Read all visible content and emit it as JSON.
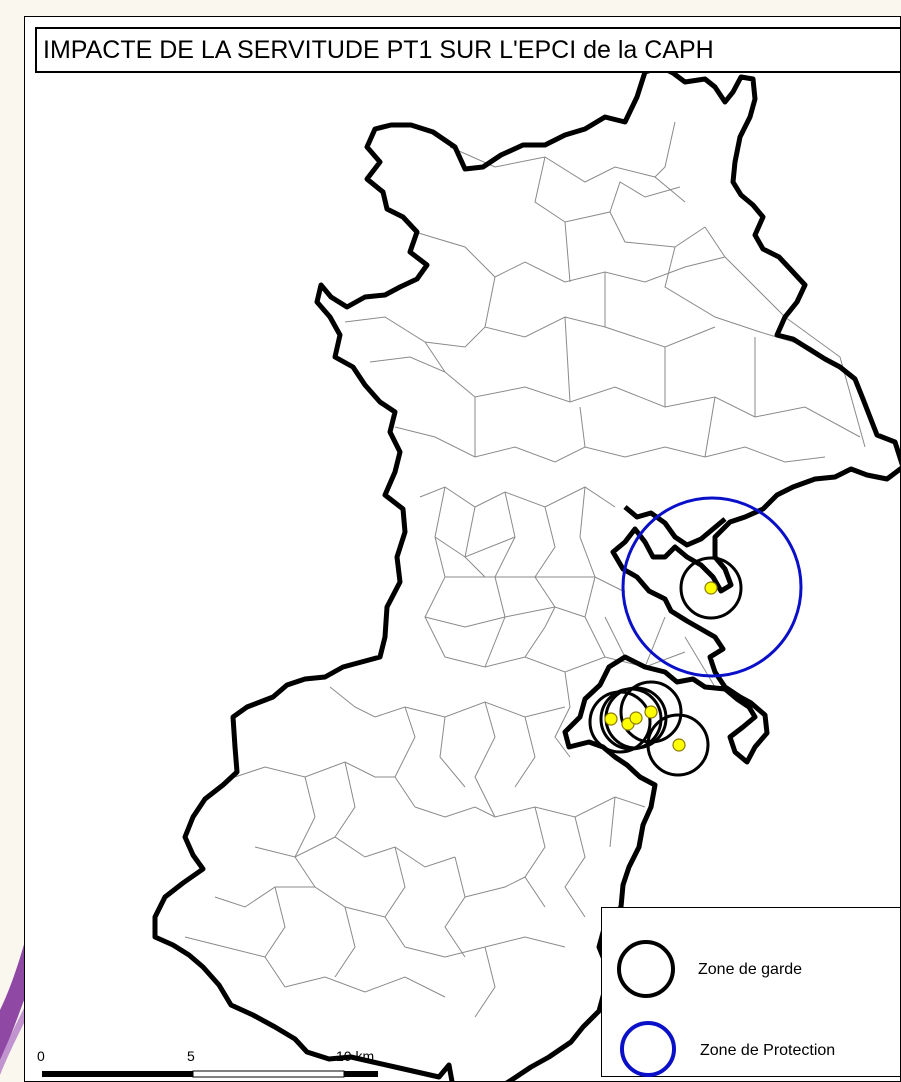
{
  "title": "IMPACTE DE LA SERVITUDE PT1 SUR L'EPCI de la CAPH",
  "legend": {
    "items": [
      {
        "label": "Zone de garde",
        "symbol": "black-circle",
        "color": "#000000"
      },
      {
        "label": "Zone de Protection",
        "symbol": "blue-circle",
        "color": "#0a10c8"
      }
    ]
  },
  "scale_bar": {
    "labels": [
      "0",
      "5",
      "10 km"
    ]
  },
  "colors": {
    "boundary": "#000000",
    "commune_lines": "#8a8a8a",
    "protection_zone": "#0a10c8",
    "guard_zone": "#000000",
    "site_point": "#ffff00",
    "site_point_stroke": "#8a7a00"
  }
}
